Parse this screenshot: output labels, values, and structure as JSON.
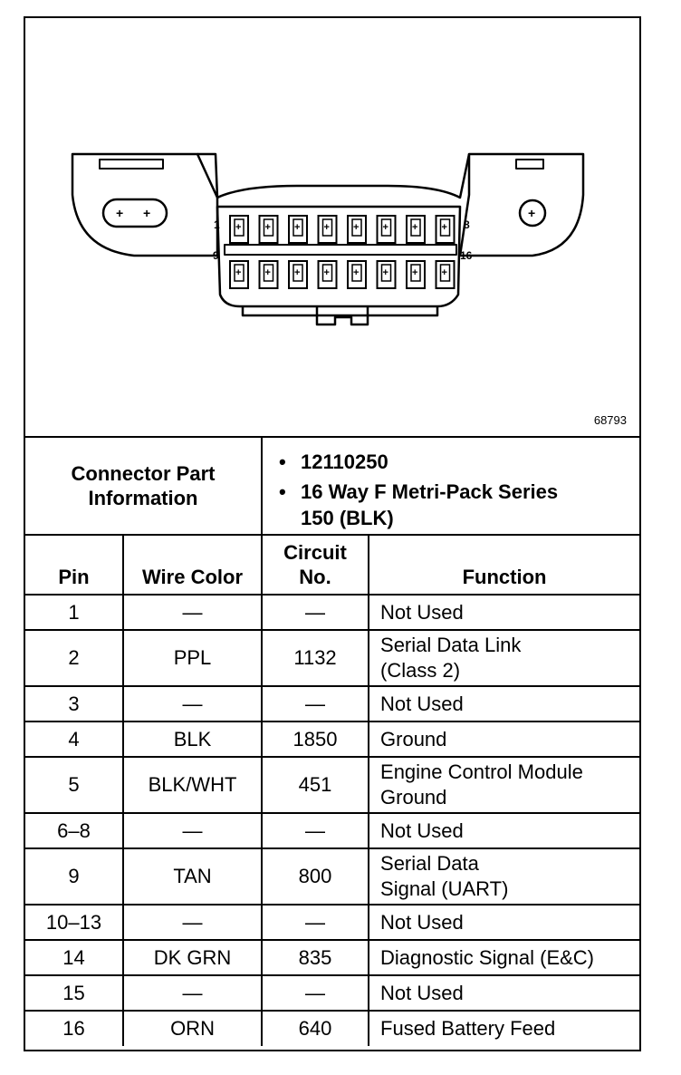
{
  "figure": {
    "id": "68793",
    "pin_start_top": "1",
    "pin_end_top": "8",
    "pin_start_bottom": "9",
    "pin_end_bottom": "16"
  },
  "connector": {
    "label_line1": "Connector Part",
    "label_line2": "Information",
    "items": [
      "12110250",
      "16 Way F Metri-Pack Series",
      "150 (BLK)"
    ]
  },
  "headers": {
    "pin": "Pin",
    "wire_color": "Wire Color",
    "circuit_line1": "Circuit",
    "circuit_line2": "No.",
    "function": "Function"
  },
  "rows": [
    {
      "pin": "1",
      "wire": "—",
      "circuit": "—",
      "function": [
        "Not Used"
      ]
    },
    {
      "pin": "2",
      "wire": "PPL",
      "circuit": "1132",
      "function": [
        "Serial Data Link",
        "(Class 2)"
      ]
    },
    {
      "pin": "3",
      "wire": "—",
      "circuit": "—",
      "function": [
        "Not Used"
      ]
    },
    {
      "pin": "4",
      "wire": "BLK",
      "circuit": "1850",
      "function": [
        "Ground"
      ]
    },
    {
      "pin": "5",
      "wire": "BLK/WHT",
      "circuit": "451",
      "function": [
        "Engine Control Module",
        "Ground"
      ]
    },
    {
      "pin": "6–8",
      "wire": "—",
      "circuit": "—",
      "function": [
        "Not Used"
      ]
    },
    {
      "pin": "9",
      "wire": "TAN",
      "circuit": "800",
      "function": [
        "Serial Data",
        "Signal (UART)"
      ]
    },
    {
      "pin": "10–13",
      "wire": "—",
      "circuit": "—",
      "function": [
        "Not Used"
      ]
    },
    {
      "pin": "14",
      "wire": "DK GRN",
      "circuit": "835",
      "function": [
        "Diagnostic Signal (E&C)"
      ]
    },
    {
      "pin": "15",
      "wire": "—",
      "circuit": "—",
      "function": [
        "Not Used"
      ]
    },
    {
      "pin": "16",
      "wire": "ORN",
      "circuit": "640",
      "function": [
        "Fused Battery Feed"
      ]
    }
  ]
}
